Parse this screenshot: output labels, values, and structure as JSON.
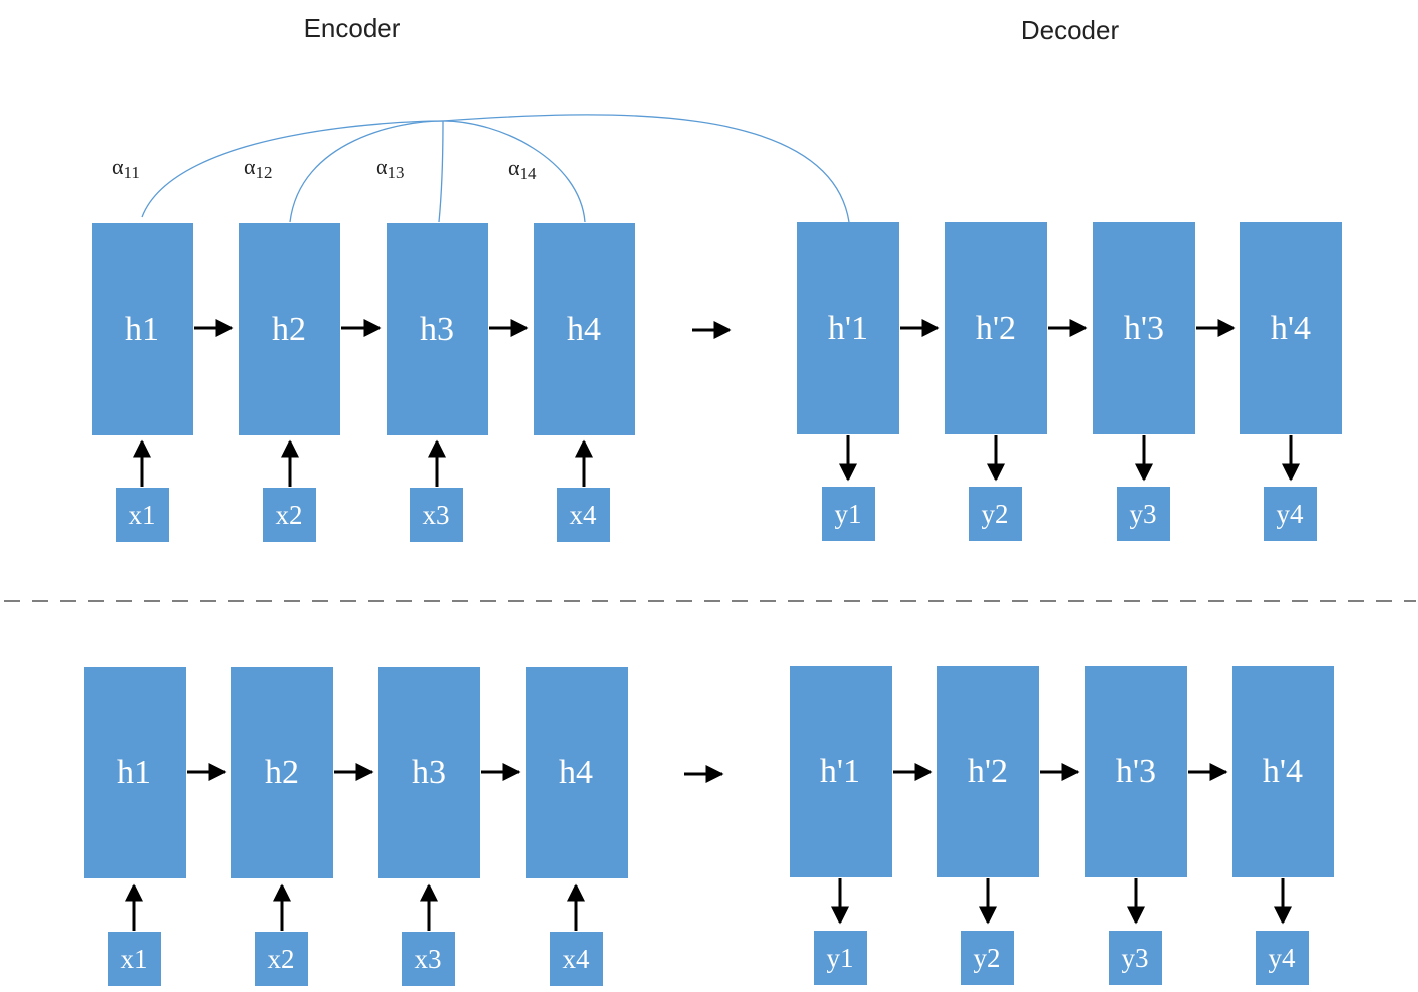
{
  "titles": {
    "encoder": "Encoder",
    "decoder": "Decoder"
  },
  "colors": {
    "box": "#5b9bd5",
    "arrow": "#000000",
    "attention_line": "#5b9bd5",
    "box_text": "#ffffff"
  },
  "attention": {
    "weights": [
      {
        "symbol": "α",
        "sub": "11"
      },
      {
        "symbol": "α",
        "sub": "12"
      },
      {
        "symbol": "α",
        "sub": "13"
      },
      {
        "symbol": "α",
        "sub": "14"
      }
    ]
  },
  "top_diagram": {
    "encoder_states": [
      "h1",
      "h2",
      "h3",
      "h4"
    ],
    "encoder_inputs": [
      "x1",
      "x2",
      "x3",
      "x4"
    ],
    "decoder_states": [
      "h'1",
      "h'2",
      "h'3",
      "h'4"
    ],
    "decoder_outputs": [
      "y1",
      "y2",
      "y3",
      "y4"
    ]
  },
  "bottom_diagram": {
    "encoder_states": [
      "h1",
      "h2",
      "h3",
      "h4"
    ],
    "encoder_inputs": [
      "x1",
      "x2",
      "x3",
      "x4"
    ],
    "decoder_states": [
      "h'1",
      "h'2",
      "h'3",
      "h'4"
    ],
    "decoder_outputs": [
      "y1",
      "y2",
      "y3",
      "y4"
    ]
  }
}
